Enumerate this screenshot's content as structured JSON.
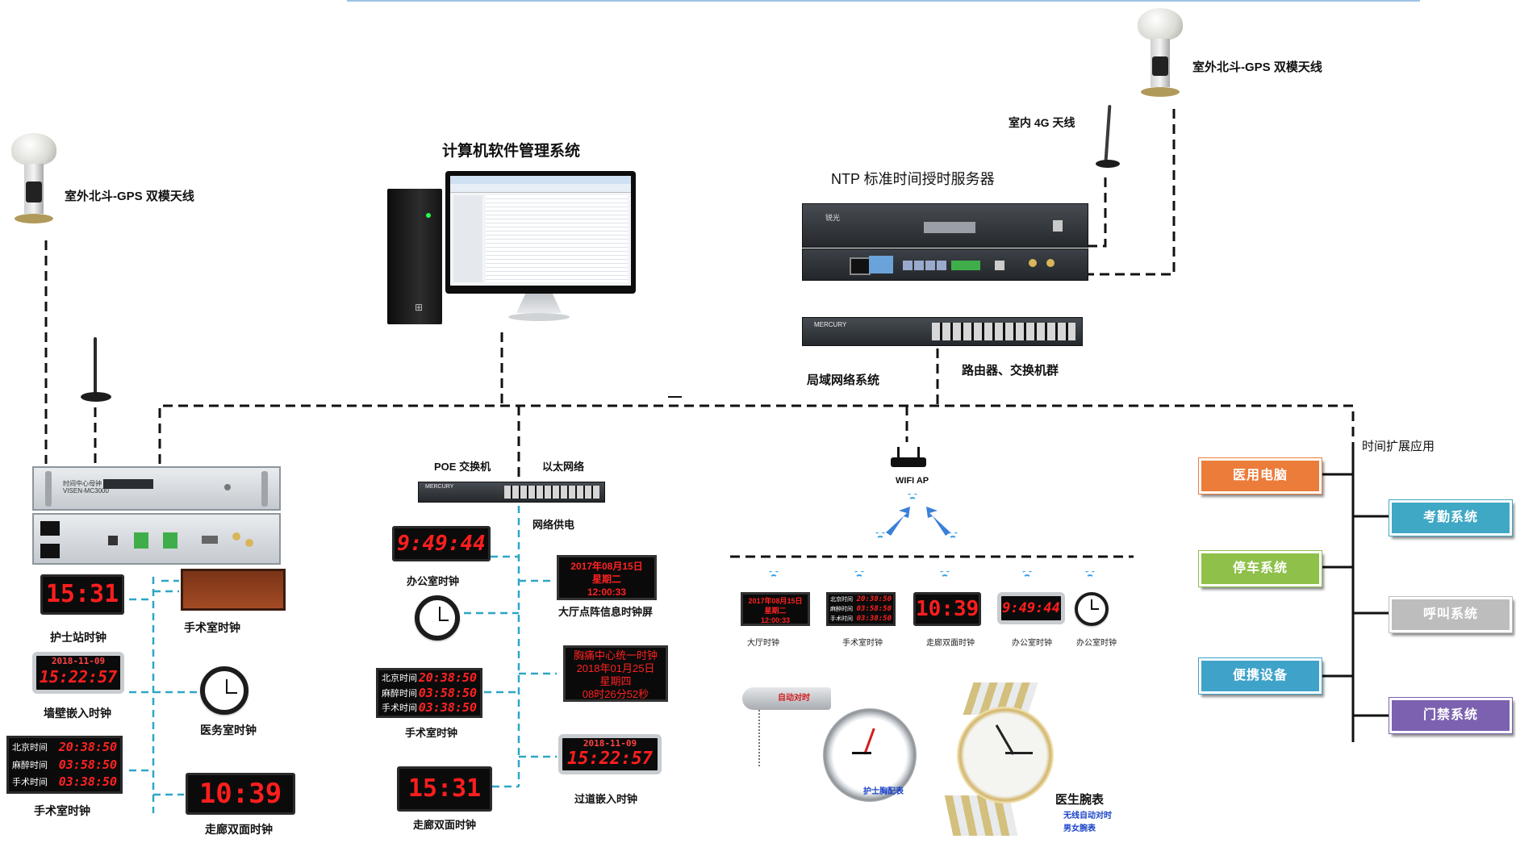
{
  "labels": {
    "outdoor_antenna_right": "室外北斗-GPS 双模天线",
    "indoor_4g": "室内 4G 天线",
    "ntp_server": "NTP 标准时间授时服务器",
    "software_system": "计算机软件管理系统",
    "outdoor_antenna_left": "室外北斗-GPS 双模天线",
    "lan_system": "局域网络系统",
    "router_switch": "路由器、交换机群",
    "time_extension": "时间扩展应用",
    "poe_switch": "POE 交换机",
    "ethernet": "以太网络",
    "network_power": "网络供电",
    "wifi_ap": "WIFI AP",
    "nurse_station_clock": "护士站时钟",
    "surgery_clock_a": "手术室时钟",
    "wall_embedded_clock": "墙壁嵌入时钟",
    "medical_office_clock": "医务室时钟",
    "surgery_clock_b": "手术室时钟",
    "corridor_clock_a": "走廊双面时钟",
    "office_clock": "办公室时钟",
    "lobby_screen": "大厅点阵信息时钟屏",
    "surgery_clock_c": "手术室时钟",
    "corridor_clock_b": "走廊双面时钟",
    "passage_clock": "过道嵌入时钟",
    "wifi_hall": "大厅时钟",
    "wifi_surgery": "手术室时钟",
    "wifi_corridor": "走廊双面时钟",
    "wifi_office_a": "办公室时钟",
    "wifi_office_b": "办公室时钟",
    "nurse_watch": "护士胸配表",
    "doctor_watch": "医生腕表",
    "doctor_watch_sub1": "无线自动对时",
    "doctor_watch_sub2": "男女腕表",
    "auto_sync_tag": "自动对时"
  },
  "apps": [
    {
      "label": "医用电脑",
      "color": "#ec7c3a"
    },
    {
      "label": "考勤系统",
      "color": "#3fa8c4"
    },
    {
      "label": "停车系统",
      "color": "#8fc04a"
    },
    {
      "label": "呼叫系统",
      "color": "#bdbdbd"
    },
    {
      "label": "便携设备",
      "color": "#3fa3c9"
    },
    {
      "label": "门禁系统",
      "color": "#7c61b0"
    }
  ],
  "devices": {
    "master_clock_label": "时间中心母钟",
    "master_clock_model": "VISEN-MC3000",
    "ntp_brand": "锐光",
    "switch_brand": "MERCURY",
    "poe_brand": "MERCURY",
    "colors": {
      "led_red": "#ff1e1e",
      "dash_blue": "#2ea6c6",
      "dash_black": "#111111"
    }
  },
  "clocks": {
    "nurse_station": "15:31 14",
    "wall_embedded_date": "2018-11-09",
    "wall_embedded_time": "15:22:57",
    "dual_rows": [
      {
        "label": "北京时间",
        "value": "20:38:50"
      },
      {
        "label": "麻醉时间",
        "value": "03:58:50"
      },
      {
        "label": "手术时间",
        "value": "03:38:50"
      }
    ],
    "corridor": "10:39",
    "office": "9:49:44",
    "lobby_line1": "2017年08月15日",
    "lobby_line2": "星期二",
    "lobby_line3": "12:00:33",
    "banner_line1": "胸痛中心统一时钟",
    "banner_line2": "2018年01月25日",
    "banner_line3": "星期四",
    "banner_line4": "08时26分52秒",
    "corridor_b": "15:31 14",
    "passage_date": "2018-11-09",
    "passage_time": "15:22:57",
    "wifi_hall_1": "2017年08月15日",
    "wifi_hall_2": "星期二",
    "wifi_hall_3": "12:00:33",
    "wifi_corridor": "10:39",
    "wifi_office": "9:49:44"
  }
}
